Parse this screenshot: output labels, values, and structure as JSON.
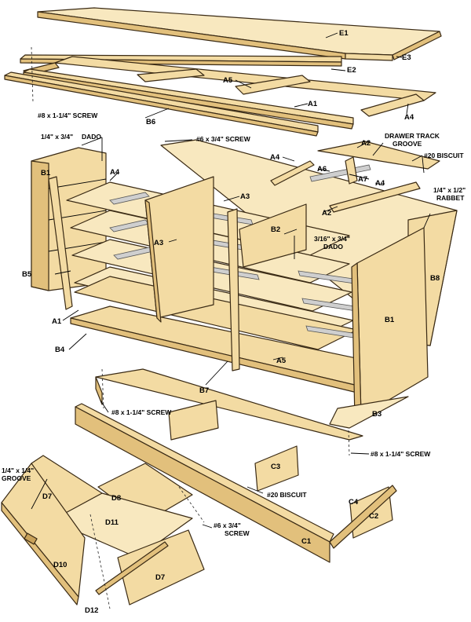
{
  "part_labels": {
    "E1": "E1",
    "E2": "E2",
    "E3": "E3",
    "A1_top": "A1",
    "A4_top": "A4",
    "A5_top": "A5",
    "B6": "B6",
    "B1_left": "B1",
    "A4_left": "A4",
    "B5": "B5",
    "A1_left": "A1",
    "B4": "B4",
    "A3_a": "A3",
    "A3_b": "A3",
    "B2": "B2",
    "A5_mid": "A5",
    "B7": "B7",
    "A2_a": "A2",
    "A4_r1": "A4",
    "A6": "A6",
    "A7": "A7",
    "A4_r2": "A4",
    "A2_b": "A2",
    "B1_right": "B1",
    "B8": "B8",
    "B3": "B3",
    "C3": "C3",
    "C4": "C4",
    "C2": "C2",
    "C1": "C1",
    "D7_a": "D7",
    "D8": "D8",
    "D11": "D11",
    "D10": "D10",
    "D7_b": "D7",
    "D12": "D12"
  },
  "notes": {
    "screw_top": "#8 x 1-1/4\" SCREW",
    "dado_quarter_l1": "1/4\" x 3/4\"",
    "dado_quarter_l2": "DADO",
    "screw_back": "#6 x 3/4\" SCREW",
    "drawer_track_l1": "DRAWER TRACK",
    "drawer_track_l2": "GROOVE",
    "biscuit_top": "#20 BISCUIT",
    "rabbet_l1": "1/4\" x 1/2\"",
    "rabbet_l2": "RABBET",
    "dado_316_l1": "3/16\" x 3/4\"",
    "dado_316_l2": "DADO",
    "screw_base_left": "#8 x 1-1/4\" SCREW",
    "screw_base_right": "#8 x 1-1/4\" SCREW",
    "biscuit_base": "#20 BISCUIT",
    "groove_l1": "1/4\" x 1/4\"",
    "groove_l2": "GROOVE",
    "screw_drawer_l1": "#6 x 3/4\"",
    "screw_drawer_l2": "SCREW"
  },
  "colors": {
    "wood": "#f3dba3",
    "wood_light": "#f8e8bf",
    "wood_dark": "#e2c07c",
    "outline": "#3a2a14",
    "drawer_track": "#cfcfcf"
  }
}
